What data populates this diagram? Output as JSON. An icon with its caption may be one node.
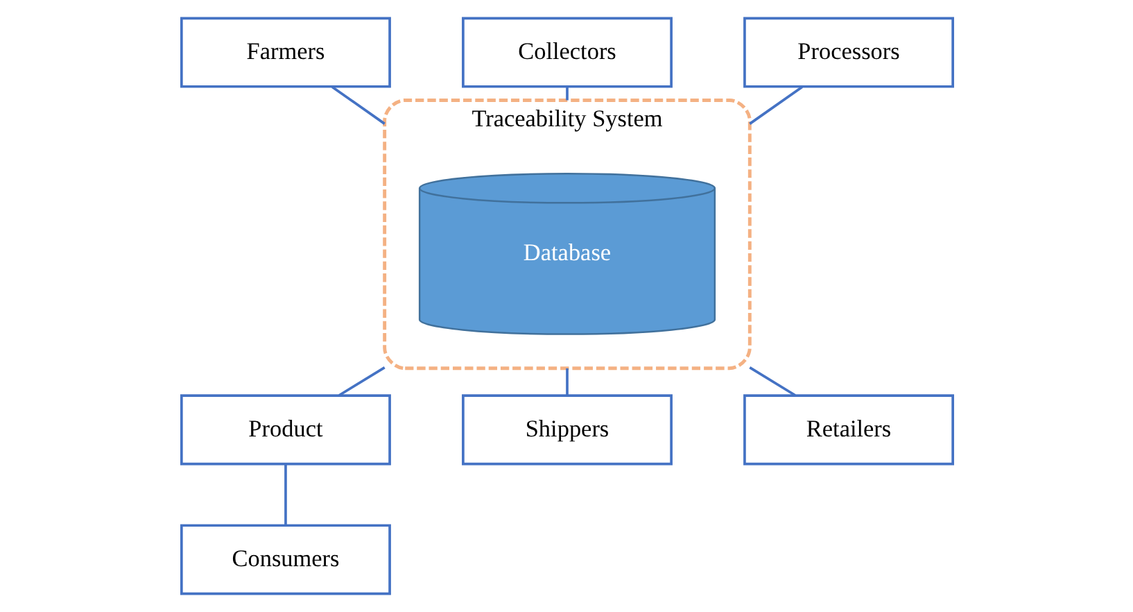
{
  "diagram": {
    "nodes": [
      {
        "text": [
          "Farmers"
        ]
      },
      {
        "text": [
          "Collectors"
        ]
      },
      {
        "text": [
          "Traceability System"
        ]
      },
      {
        "text": [
          "Database"
        ],
        "in": 2
      },
      {
        "text": [
          "Processors"
        ]
      },
      {
        "text": [
          "Product"
        ]
      },
      {
        "text": [
          "Consumers"
        ]
      },
      {
        "text": [
          "Shippers"
        ]
      },
      {
        "text": [
          "Retailers"
        ]
      }
    ],
    "edges": [
      {
        "from": 0,
        "to": 2,
        "arrow": "none"
      },
      {
        "from": 1,
        "to": 2,
        "arrow": "none"
      },
      {
        "from": 4,
        "to": 2,
        "arrow": "none"
      },
      {
        "from": 2,
        "to": 5,
        "arrow": "none"
      },
      {
        "from": 5,
        "to": 6,
        "arrow": "none"
      },
      {
        "from": 2,
        "to": 7,
        "arrow": "none"
      },
      {
        "from": 2,
        "to": 8,
        "arrow": "none"
      }
    ]
  }
}
